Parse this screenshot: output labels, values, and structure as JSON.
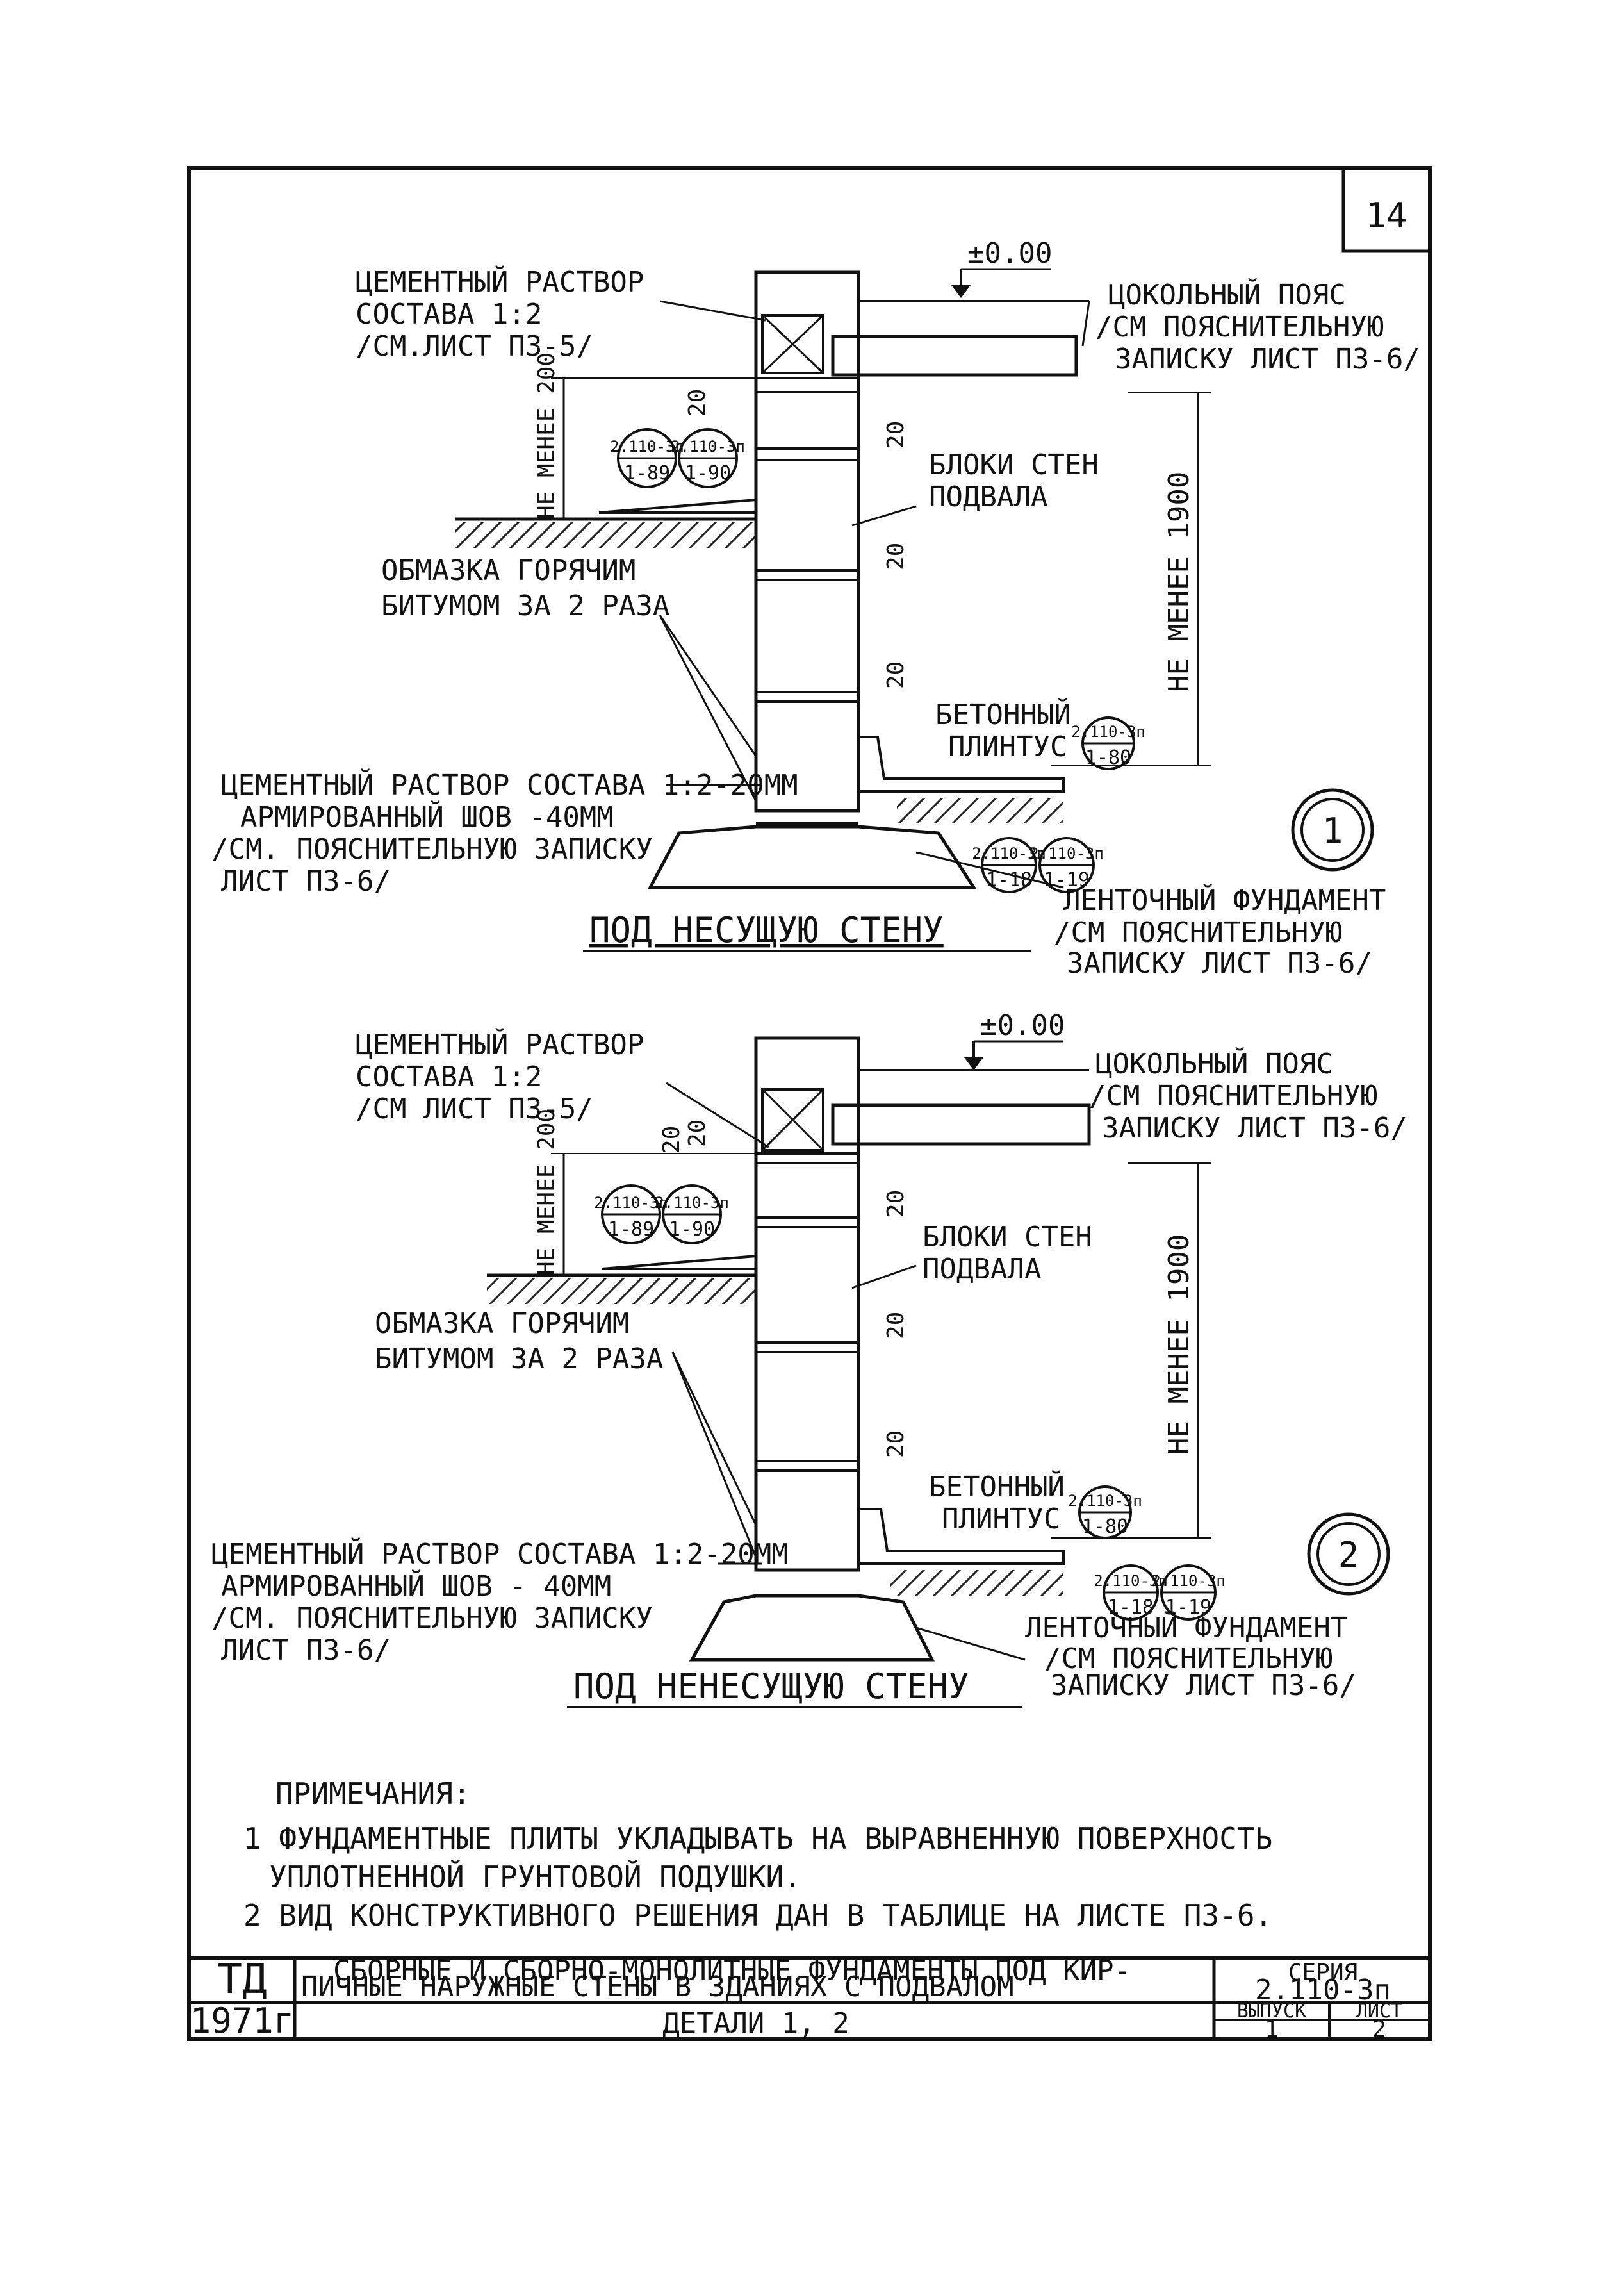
{
  "sheet_number": "14",
  "detail1": {
    "level_mark": "±0.00",
    "mortar_label": [
      "ЦЕМЕНТНЫЙ РАСТВОР",
      "СОСТАВА 1:2",
      "/СМ.ЛИСТ П3-5/"
    ],
    "plinth_belt_label": [
      "ЦОКОЛЬНЫЙ ПОЯС",
      "/СМ ПОЯСНИТЕЛЬНУЮ",
      "ЗАПИСКУ ЛИСТ П3-6/"
    ],
    "min_height_label": "НЕ МЕНЕЕ 200",
    "dim_20": "20",
    "ref_left_top": "2.110-3п",
    "ref_left_bottom": "1-89",
    "ref_right_top": "2.110-3п",
    "ref_right_bottom": "1-90",
    "wall_blocks_label": [
      "БЛОКИ СТЕН",
      "ПОДВАЛА"
    ],
    "min_1900_label": "НЕ МЕНЕЕ 1900",
    "coating_label": [
      "ОБМАЗКА ГОРЯЧИМ",
      "БИТУМОМ ЗА 2 РАЗА"
    ],
    "concrete_plinth_label": [
      "БЕТОННЫЙ",
      "ПЛИНТУС"
    ],
    "plinth_ref_top": "2.110-3п",
    "plinth_ref_bottom": "1-80",
    "seam_label": [
      "ЦЕМЕНТНЫЙ РАСТВОР СОСТАВА 1:2-20ММ",
      "АРМИРОВАННЫЙ ШОВ -40ММ",
      "/СМ. ПОЯСНИТЕЛЬНУЮ ЗАПИСКУ",
      "ЛИСТ П3-6/"
    ],
    "foundation_ref1_top": "2.110-3п",
    "foundation_ref1_bottom": "1-18",
    "foundation_ref2_top": "2.110-3п",
    "foundation_ref2_bottom": "1-19",
    "foundation_label": [
      "ЛЕНТОЧНЫЙ ФУНДАМЕНТ",
      "/СМ ПОЯСНИТЕЛЬНУЮ",
      "ЗАПИСКУ ЛИСТ П3-6/"
    ],
    "title": "ПОД НЕСУЩУЮ СТЕНУ",
    "detail_number": "1"
  },
  "detail2": {
    "level_mark": "±0.00",
    "mortar_label": [
      "ЦЕМЕНТНЫЙ РАСТВОР",
      "СОСТАВА 1:2",
      "/СМ ЛИСТ П3-5/"
    ],
    "plinth_belt_label": [
      "ЦОКОЛЬНЫЙ ПОЯС",
      "/СМ ПОЯСНИТЕЛЬНУЮ",
      "ЗАПИСКУ ЛИСТ П3-6/"
    ],
    "min_height_label": "НЕ МЕНЕЕ 200",
    "dim_20": "20",
    "ref_left_top": "2.110-3п",
    "ref_left_bottom": "1-89",
    "ref_right_top": "2.110-3п",
    "ref_right_bottom": "1-90",
    "wall_blocks_label": [
      "БЛОКИ СТЕН",
      "ПОДВАЛА"
    ],
    "min_1900_label": "НЕ МЕНЕЕ 1900",
    "coating_label": [
      "ОБМАЗКА ГОРЯЧИМ",
      "БИТУМОМ ЗА 2 РАЗА"
    ],
    "concrete_plinth_label": [
      "БЕТОННЫЙ",
      "ПЛИНТУС"
    ],
    "plinth_ref_top": "2.110-3п",
    "plinth_ref_bottom": "1-80",
    "seam_label": [
      "ЦЕМЕНТНЫЙ РАСТВОР СОСТАВА 1:2-20ММ",
      "АРМИРОВАННЫЙ ШОВ - 40ММ",
      "/СМ. ПОЯСНИТЕЛЬНУЮ ЗАПИСКУ",
      "ЛИСТ П3-6/"
    ],
    "foundation_ref1_top": "2.110-3п",
    "foundation_ref1_bottom": "1-18",
    "foundation_ref2_top": "2.110-3п",
    "foundation_ref2_bottom": "1-19",
    "foundation_label": [
      "ЛЕНТОЧНЫЙ ФУНДАМЕНТ",
      "/СМ ПОЯСНИТЕЛЬНУЮ",
      "ЗАПИСКУ ЛИСТ П3-6/"
    ],
    "title": "ПОД НЕНЕСУЩУЮ СТЕНУ",
    "detail_number": "2"
  },
  "notes": {
    "heading": "ПРИМЕЧАНИЯ:",
    "items": [
      "1 ФУНДАМЕНТНЫЕ ПЛИТЫ УКЛАДЫВАТЬ НА ВЫРАВНЕННУЮ ПОВЕРХНОСТЬ",
      "УПЛОТНЕННОЙ ГРУНТОВОЙ ПОДУШКИ.",
      "2 ВИД КОНСТРУКТИВНОГО РЕШЕНИЯ ДАН В ТАБЛИЦЕ НА ЛИСТЕ П3-6."
    ]
  },
  "title_block": {
    "org": "ТД",
    "year": "1971г",
    "title_line1": "СБОРНЫЕ И СБОРНО-МОНОЛИТНЫЕ ФУНДАМЕНТЫ ПОД КИР-",
    "title_line2": "ПИЧНЫЕ НАРУЖНЫЕ СТЕНЫ В ЗДАНИЯХ С ПОДВАЛОМ",
    "subtitle": "ДЕТАЛИ 1, 2",
    "series_label": "СЕРИЯ",
    "series_value": "2.110-3п",
    "issue_label": "ВЫПУСК",
    "issue_value": "1",
    "sheet_label": "ЛИСТ",
    "sheet_value": "2"
  }
}
